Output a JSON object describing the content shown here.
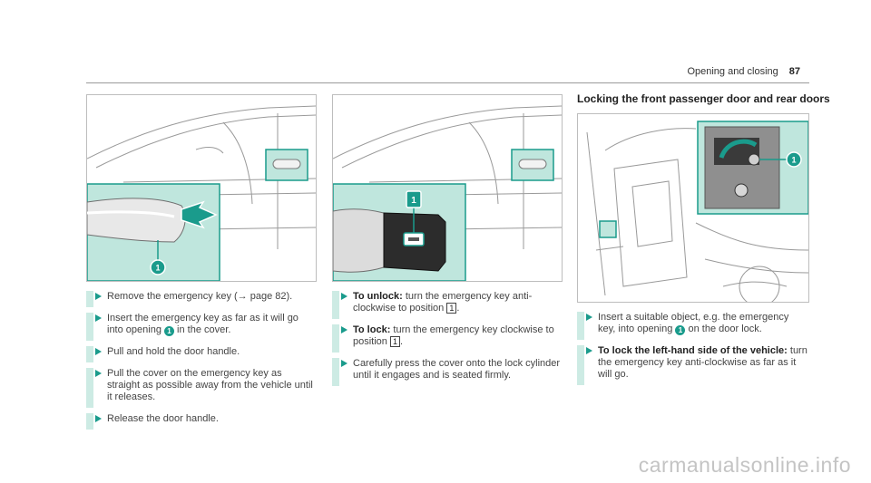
{
  "header": {
    "title": "Opening and closing",
    "page_number": "87"
  },
  "section_title": "Locking the front passenger door and rear doors",
  "figures": {
    "fig1": {
      "callout": "1",
      "accent": "#1a9b8c"
    },
    "fig2": {
      "callout": "1",
      "accent": "#1a9b8c"
    },
    "fig3": {
      "callout": "1",
      "accent": "#1a9b8c"
    }
  },
  "column1": {
    "step1": {
      "pre": "Remove the emergency key (",
      "arrow": "→",
      "post": " page 82)."
    },
    "step2": {
      "pre": "Insert the emergency key as far as it will go into opening ",
      "callout": "1",
      "post": " in the cover."
    },
    "step3": {
      "text": "Pull and hold the door handle."
    },
    "step4": {
      "text": "Pull the cover on the emergency key as straight as possible away from the vehicle until it releases."
    },
    "step5": {
      "text": "Release the door handle."
    }
  },
  "column2": {
    "step1": {
      "bold": "To unlock:",
      "pre": " turn the emergency key anti-clockwise to position ",
      "box": "1",
      "post": "."
    },
    "step2": {
      "bold": "To lock:",
      "pre": " turn the emergency key clockwise to position ",
      "box": "1",
      "post": "."
    },
    "step3": {
      "text": "Carefully press the cover onto the lock cylinder until it engages and is seated firmly."
    }
  },
  "column3": {
    "step1": {
      "pre": "Insert a suitable object, e.g. the emergency key, into opening ",
      "callout": "1",
      "post": " on the door lock."
    },
    "step2": {
      "bold": "To lock the left-hand side of the vehicle:",
      "text": " turn the emergency key anti-clockwise as far as it will go."
    }
  },
  "watermark": "carmanualsonline.info",
  "colors": {
    "accent": "#1a9b8c",
    "highlight": "#cdebe4",
    "inset_bg": "#bfe6dd"
  }
}
